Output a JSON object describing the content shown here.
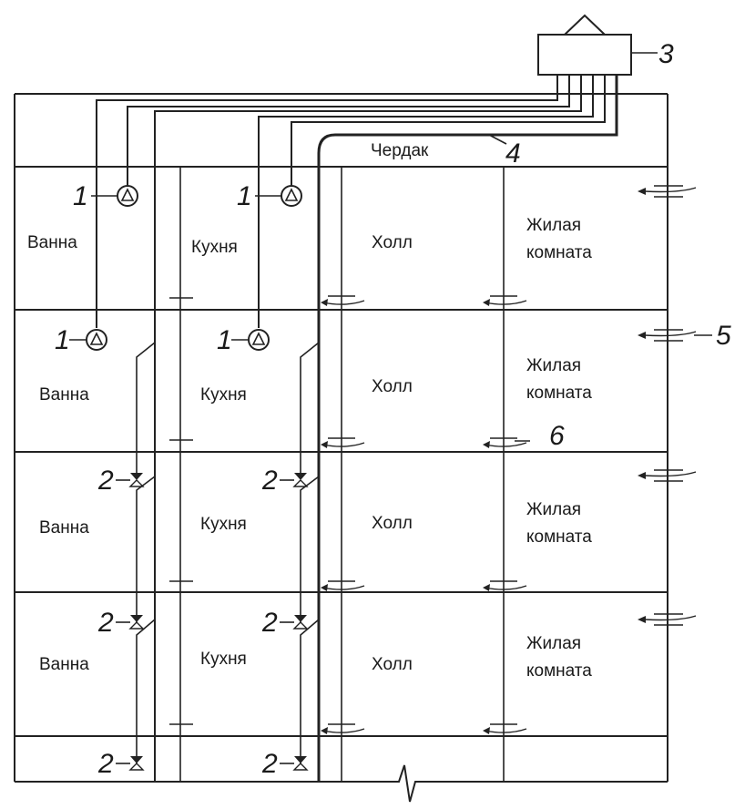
{
  "diagram": {
    "attic_label": "Чердак",
    "floors": [
      {
        "bath": "Ванна",
        "kitchen": "Кухня",
        "hall": "Холл",
        "living_1": "Жилая",
        "living_2": "комната"
      },
      {
        "bath": "Ванна",
        "kitchen": "Кухня",
        "hall": "Холл",
        "living_1": "Жилая",
        "living_2": "комната"
      },
      {
        "bath": "Ванна",
        "kitchen": "Кухня",
        "hall": "Холл",
        "living_1": "Жилая",
        "living_2": "комната"
      },
      {
        "bath": "Ванна",
        "kitchen": "Кухня",
        "hall": "Холл",
        "living_1": "Жилая",
        "living_2": "комната"
      }
    ],
    "callouts": {
      "fan": "1",
      "valve": "2",
      "roof_unit": "3",
      "attic_duct": "4",
      "window_inflow": "5",
      "door_flow": "6"
    }
  }
}
